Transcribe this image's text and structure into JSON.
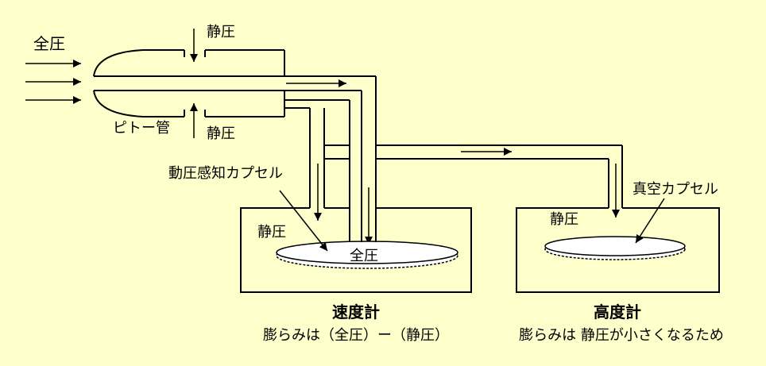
{
  "labels": {
    "total_pressure_left": "全圧",
    "static_top": "静圧",
    "static_bottom": "静圧",
    "pitot": "ピトー管",
    "dynamic_capsule": "動圧感知カプセル",
    "static_speed_box": "静圧",
    "total_in_capsule": "全圧",
    "vacuum_capsule": "真空カプセル",
    "static_alt_box": "静圧"
  },
  "instruments": {
    "speed": {
      "title": "速度計",
      "desc": "膨らみは（全圧）ー（静圧）"
    },
    "altitude": {
      "title": "高度計",
      "desc": "膨らみは 静圧が小さくなるため"
    }
  },
  "colors": {
    "background": "#ffffcc",
    "line": "#000000",
    "capsule": "#ffffff"
  }
}
